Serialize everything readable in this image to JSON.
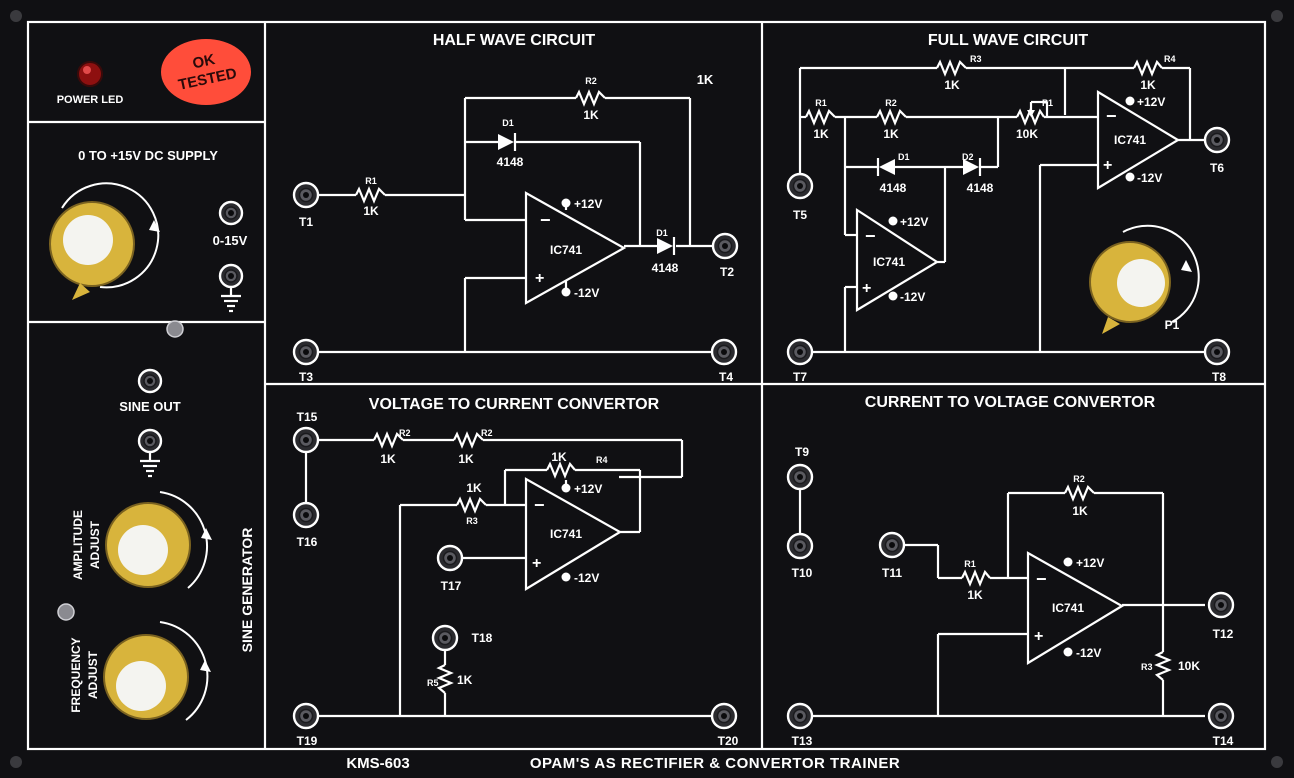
{
  "panel": {
    "model": "KMS-603",
    "title": "OPAM'S AS RECTIFIER & CONVERTOR  TRAINER",
    "power_led_label": "POWER LED",
    "sticker": [
      "OK",
      "TESTED"
    ]
  },
  "dc_supply": {
    "title": "0 TO +15V DC SUPPLY",
    "output_label": "0-15V"
  },
  "sine_generator": {
    "title": "SINE GENERATOR",
    "sine_out_label": "SINE OUT",
    "amplitude_label": [
      "AMPLITUDE",
      "ADJUST"
    ],
    "frequency_label": [
      "FREQUENCY",
      "ADJUST"
    ]
  },
  "half_wave": {
    "title": "HALF WAVE CIRCUIT",
    "extra_label": "1K",
    "r1": [
      "R1",
      "1K"
    ],
    "r2": [
      "R2",
      "1K"
    ],
    "d1_fb": [
      "D1",
      "4148"
    ],
    "d1_out": [
      "D1",
      "4148"
    ],
    "opamp": {
      "name": "IC741",
      "vpos": "+12V",
      "vneg": "-12V"
    },
    "terminals": [
      "T1",
      "T2",
      "T3",
      "T4"
    ]
  },
  "full_wave": {
    "title": "FULL WAVE CIRCUIT",
    "r1": [
      "R1",
      "1K"
    ],
    "r2": [
      "R2",
      "1K"
    ],
    "r3": [
      "R3",
      "1K"
    ],
    "r4": [
      "R4",
      "1K"
    ],
    "p1": [
      "P1",
      "10K"
    ],
    "d1": [
      "D1",
      "4148"
    ],
    "d2": [
      "D2",
      "4148"
    ],
    "opamp1": {
      "name": "IC741",
      "vpos": "+12V",
      "vneg": "-12V"
    },
    "opamp2": {
      "name": "IC741",
      "vpos": "+12V",
      "vneg": "-12V"
    },
    "pot_label": "P1",
    "terminals": [
      "T5",
      "T6",
      "T7",
      "T8"
    ]
  },
  "v_to_i": {
    "title": "VOLTAGE TO CURRENT CONVERTOR",
    "r2a": [
      "R2",
      "1K"
    ],
    "r2b": [
      "R2",
      "1K"
    ],
    "r3": [
      "R3",
      "1K"
    ],
    "r4": [
      "R4",
      "1K"
    ],
    "r5": [
      "R5",
      "1K"
    ],
    "opamp": {
      "name": "IC741",
      "vpos": "+12V",
      "vneg": "-12V"
    },
    "terminals": [
      "T15",
      "T16",
      "T17",
      "T18",
      "T19",
      "T20"
    ]
  },
  "i_to_v": {
    "title": "CURRENT TO VOLTAGE CONVERTOR",
    "r1": [
      "R1",
      "1K"
    ],
    "r2": [
      "R2",
      "1K"
    ],
    "r3": [
      "R3",
      "10K"
    ],
    "opamp": {
      "name": "IC741",
      "vpos": "+12V",
      "vneg": "-12V"
    },
    "terminals": [
      "T9",
      "T10",
      "T11",
      "T12",
      "T13",
      "T14"
    ]
  },
  "colors": {
    "panel": "#101013",
    "line": "#ffffff",
    "led": "#c81e1e",
    "sticker": "#ff4d3a",
    "knob_skirt": "#d8b43c",
    "knob_cap": "#f4f4f0"
  }
}
